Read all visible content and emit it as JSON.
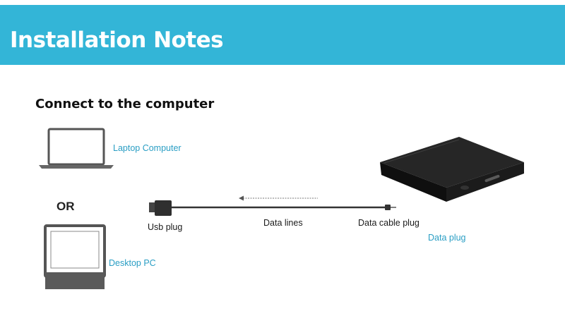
{
  "header": {
    "title": "Installation Notes"
  },
  "section": {
    "title": "Connect to the computer"
  },
  "devices": {
    "laptop_label": "Laptop Computer",
    "or_label": "OR",
    "desktop_label": "Desktop PC"
  },
  "cable": {
    "usb_plug_label": "Usb plug",
    "data_lines_label": "Data lines",
    "data_cable_plug_label": "Data cable plug"
  },
  "drive": {
    "data_plug_label": "Data plug"
  },
  "colors": {
    "banner": "#33b5d7",
    "accent_text": "#2a9ec4"
  }
}
